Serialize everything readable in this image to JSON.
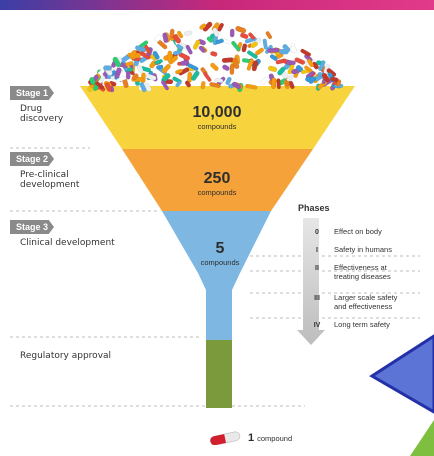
{
  "stages": [
    {
      "tag": "Stage 1",
      "description": [
        "Drug",
        "discovery"
      ]
    },
    {
      "tag": "Stage 2",
      "description": [
        "Pre-clinical",
        "development"
      ]
    },
    {
      "tag": "Stage 3",
      "description": [
        "Clinical development"
      ]
    },
    {
      "tag": "",
      "description": [
        "Regulatory approval"
      ]
    }
  ],
  "funnel_counts": [
    {
      "number": "10,000",
      "unit": "compounds"
    },
    {
      "number": "250",
      "unit": "compounds"
    },
    {
      "number": "5",
      "unit": "compounds"
    }
  ],
  "phases": {
    "title": "Phases",
    "items": [
      {
        "numeral": "0",
        "label": [
          "Effect on body"
        ]
      },
      {
        "numeral": "I",
        "label": [
          "Safety in humans"
        ]
      },
      {
        "numeral": "II",
        "label": [
          "Effectiveness at",
          "treating diseases"
        ]
      },
      {
        "numeral": "III",
        "label": [
          "Larger scale safety",
          "and effectiveness"
        ]
      },
      {
        "numeral": "IV",
        "label": [
          "Long term safety"
        ]
      }
    ]
  },
  "result": {
    "number": "1",
    "unit": "compound"
  },
  "colors": {
    "stage1": "#f7d33d",
    "stage2": "#f5a23a",
    "stage3": "#7fb7e3",
    "approval": "#7a9a3b",
    "tag": "#8a8a8a",
    "banner": "#c8287a",
    "pill": "#d21f2e"
  }
}
